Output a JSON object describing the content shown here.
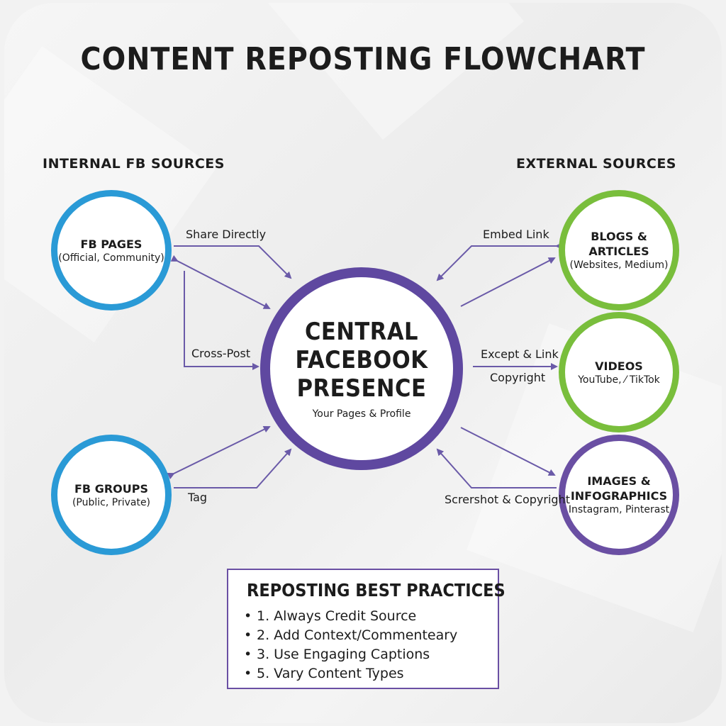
{
  "title": "CONTENT REPOSTING FLOWCHART",
  "left_header": "INTERNAL FB SOURCES",
  "right_header": "EXTERNAL SOURCES",
  "center": {
    "title_lines": [
      "CENTRAL",
      "FACEBOOK",
      "PRESENCE"
    ],
    "subtitle": "Your Pages & Profile"
  },
  "nodes": {
    "fb_pages": {
      "label": "FB PAGES",
      "sub": "(Official, Community)"
    },
    "fb_groups": {
      "label": "FB GROUPS",
      "sub": "(Public, Private)"
    },
    "blogs": {
      "label": "BLOGS & ARTICLES",
      "sub": "(Websites, Medium)"
    },
    "videos": {
      "label": "VIDEOS",
      "sub": "YouTube, ⁄ TikTok"
    },
    "images": {
      "label_lines": [
        "IMAGES &",
        "INFOGRAPHICS"
      ],
      "sub": "Instagram, Pinterast"
    }
  },
  "edges": {
    "share_directly": "Share Directly",
    "cross_post": "Cross-Post",
    "tag": "Tag",
    "embed_link": "Embed Link",
    "except_link": "Except & Link",
    "copyright": "Copyright",
    "screenshot_copyright": "Scrershot & Copyright"
  },
  "best_practices": {
    "title": "REPOSTING BEST PRACTICES",
    "items": [
      "1. Always Credit Source",
      "2. Add Context/Commenteary",
      "3. Use Engaging Captions",
      "5. Vary Content Types"
    ]
  },
  "colors": {
    "blue": "#2a9ad6",
    "green": "#79be3c",
    "purple": "#6a4fa3",
    "arrow": "#6a5aa8"
  }
}
